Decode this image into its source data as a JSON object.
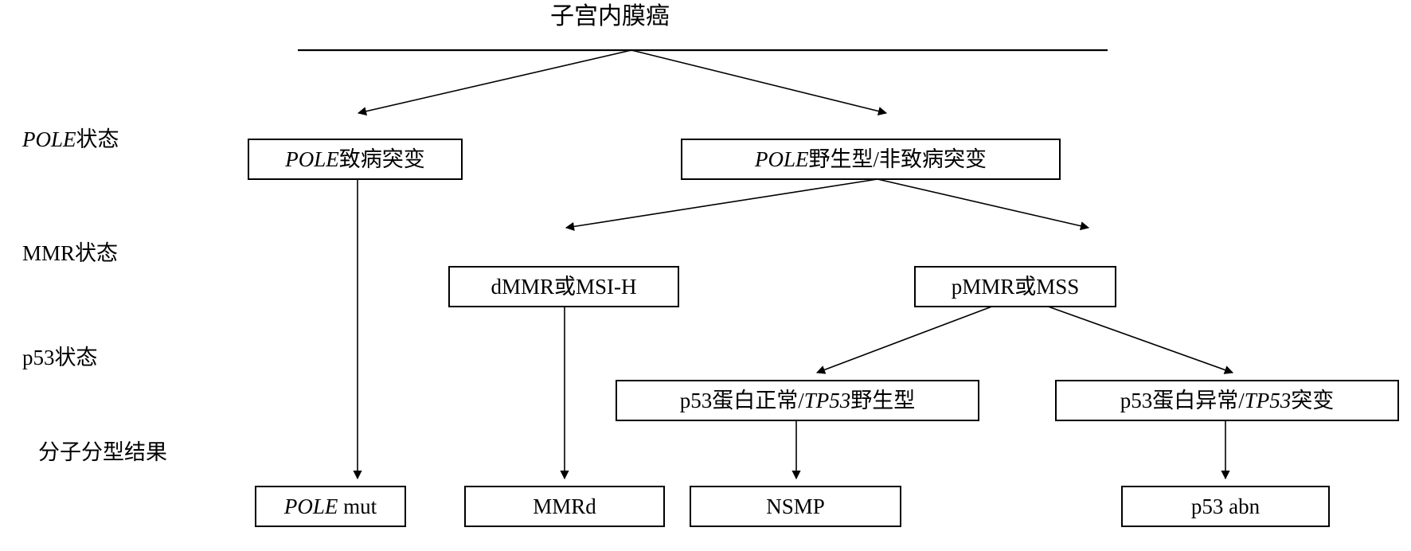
{
  "diagram": {
    "title": "子宫内膜癌",
    "row_labels": [
      {
        "id": "pole-status",
        "text_italic": "POLE",
        "text_rest": "状态"
      },
      {
        "id": "mmr-status",
        "text_italic": "",
        "text_rest": "MMR状态"
      },
      {
        "id": "p53-status",
        "text_italic": "",
        "text_rest": "p53状态"
      },
      {
        "id": "classification-result",
        "text_italic": "",
        "text_rest": "分子分型结果"
      }
    ],
    "nodes": {
      "pole_mut": {
        "italic": "POLE",
        "rest": "致病突变"
      },
      "pole_wt": {
        "italic": "POLE",
        "rest": "野生型/非致病突变"
      },
      "dmmr": {
        "italic": "",
        "rest": "dMMR或MSI-H"
      },
      "pmmr": {
        "italic": "",
        "rest": "pMMR或MSS"
      },
      "p53_normal_pre": "p53蛋白正常/",
      "p53_normal_italic": "TP53",
      "p53_normal_post": "野生型",
      "p53_abn_pre": "p53蛋白异常/",
      "p53_abn_italic": "TP53",
      "p53_abn_post": "突变",
      "result_pole": {
        "italic": "POLE",
        "rest": " mut"
      },
      "result_mmrd": {
        "italic": "",
        "rest": "MMRd"
      },
      "result_nsmp": {
        "italic": "",
        "rest": "NSMP"
      },
      "result_p53": {
        "italic": "",
        "rest": "p53 abn"
      }
    },
    "colors": {
      "stroke": "#000000",
      "background": "#ffffff",
      "text": "#000000"
    }
  }
}
